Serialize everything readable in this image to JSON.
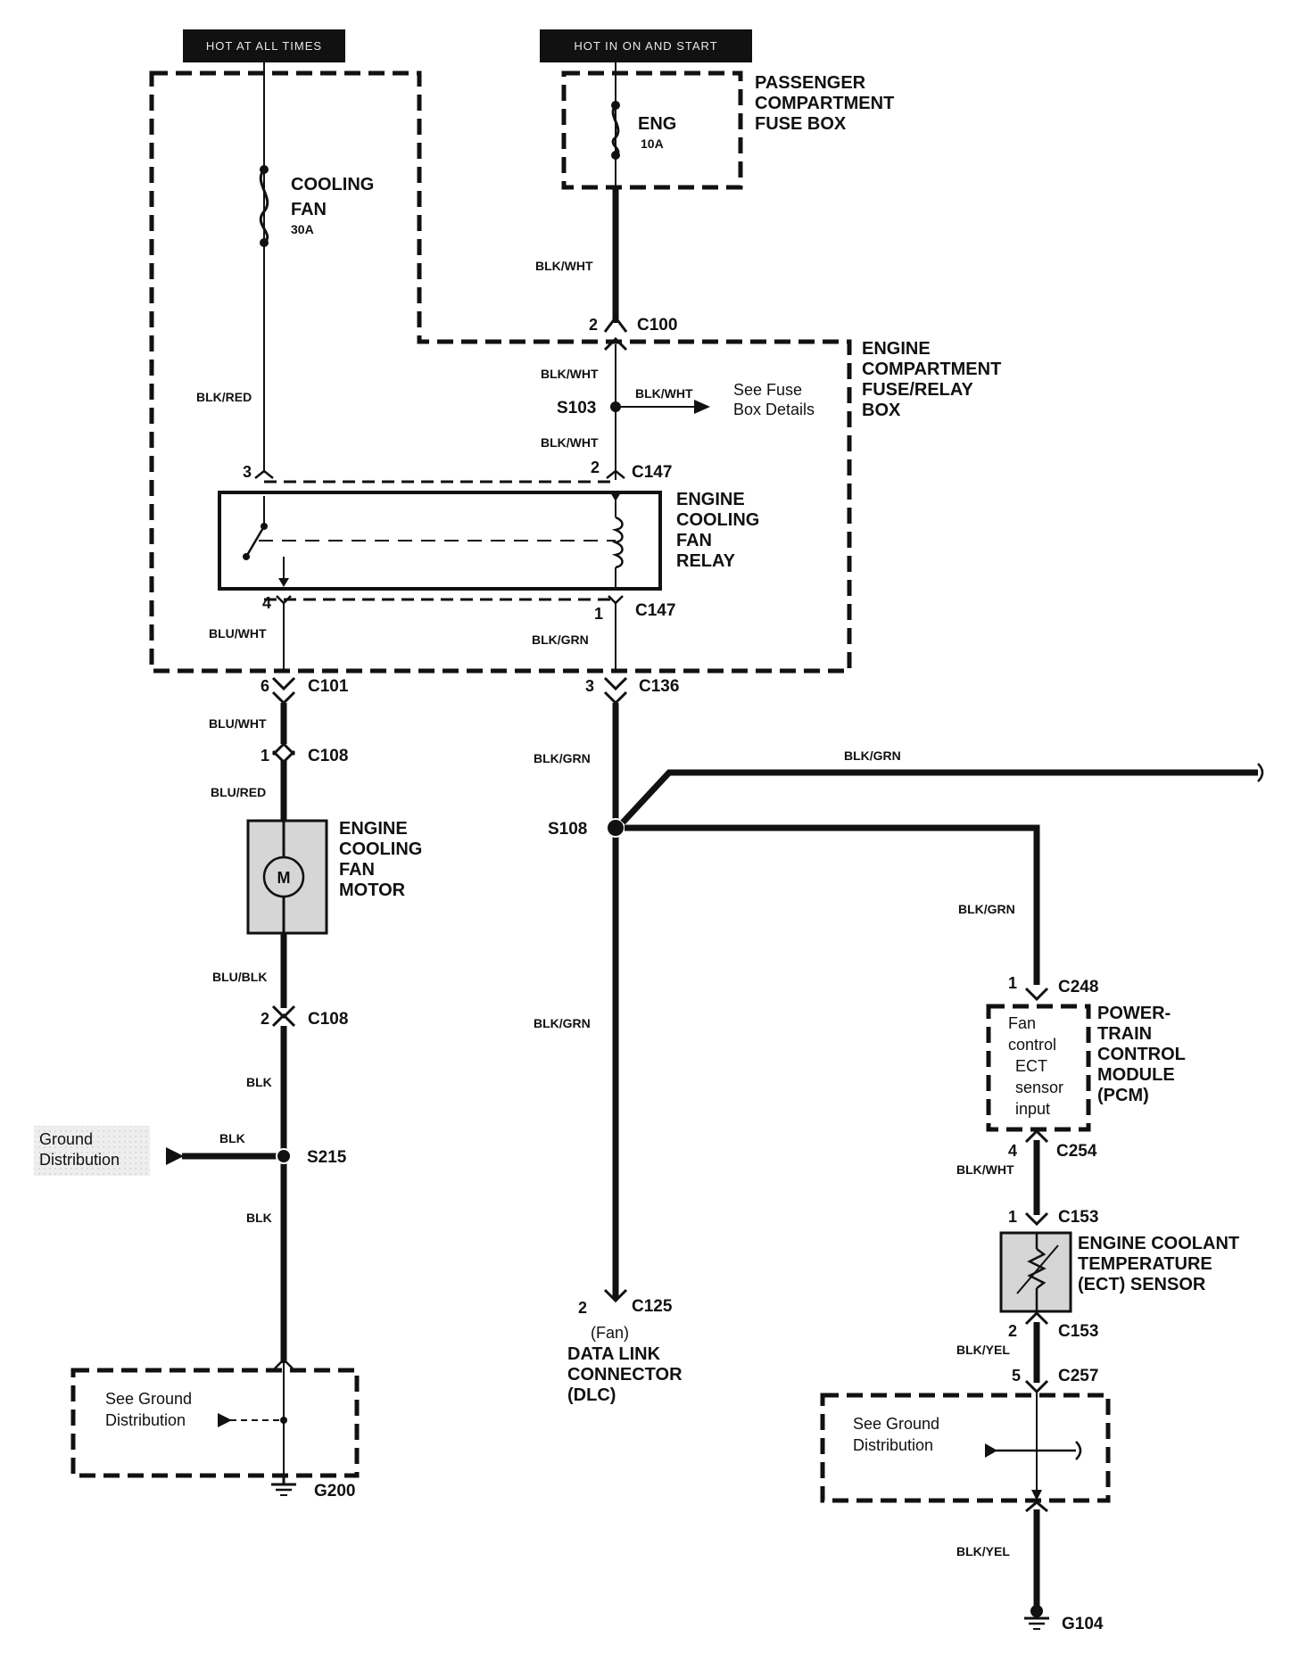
{
  "power_sources": {
    "always": "HOT AT ALL TIMES",
    "on_start": "HOT IN ON AND START"
  },
  "fuses": {
    "cooling_fan": {
      "name_line1": "COOLING",
      "name_line2": "FAN",
      "rating": "30A"
    },
    "eng": {
      "name": "ENG",
      "rating": "10A"
    }
  },
  "boxes": {
    "passenger_fuse_box": [
      "PASSENGER",
      "COMPARTMENT",
      "FUSE BOX"
    ],
    "engine_fuse_relay_box": [
      "ENGINE",
      "COMPARTMENT",
      "FUSE/RELAY",
      "BOX"
    ],
    "relay": [
      "ENGINE",
      "COOLING",
      "FAN",
      "RELAY"
    ],
    "fan_motor": [
      "ENGINE",
      "COOLING",
      "FAN",
      "MOTOR"
    ],
    "pcm": [
      "POWER-",
      "TRAIN",
      "CONTROL",
      "MODULE",
      "(PCM)"
    ],
    "pcm_internal": [
      "Fan",
      "control",
      "ECT",
      "sensor",
      "input"
    ],
    "ect_sensor": [
      "ENGINE COOLANT",
      "TEMPERATURE",
      "(ECT) SENSOR"
    ],
    "dlc": [
      "(Fan)",
      "DATA LINK",
      "CONNECTOR",
      "(DLC)"
    ],
    "motor_symbol": "M"
  },
  "connectors": {
    "c100": "C100",
    "c147_top": "C147",
    "c147_bot": "C147",
    "c101": "C101",
    "c136": "C136",
    "c108_top": "C108",
    "c108_bot": "C108",
    "c125": "C125",
    "c248": "C248",
    "c254": "C254",
    "c153_top": "C153",
    "c153_bot": "C153",
    "c257": "C257"
  },
  "pins": {
    "c100": "2",
    "relay_3": "3",
    "relay_2": "2",
    "relay_4": "4",
    "relay_1": "1",
    "c101": "6",
    "c136": "3",
    "c108_top": "1",
    "c108_bot": "2",
    "c125": "2",
    "c248": "1",
    "c254": "4",
    "c153_top": "1",
    "c153_bot": "2",
    "c257": "5"
  },
  "splices": {
    "s103": "S103",
    "s108": "S108",
    "s215": "S215"
  },
  "grounds": {
    "g200": "G200",
    "g104": "G104"
  },
  "wires": {
    "blk_wht": "BLK/WHT",
    "blk_red": "BLK/RED",
    "blu_wht": "BLU/WHT",
    "blk_grn": "BLK/GRN",
    "blu_red": "BLU/RED",
    "blu_blk": "BLU/BLK",
    "blk": "BLK",
    "blk_yel": "BLK/YEL"
  },
  "references": {
    "fuse_box_details": [
      "See Fuse",
      "Box Details"
    ],
    "ground_distribution": [
      "Ground",
      "Distribution"
    ],
    "see_ground_distribution": [
      "See Ground",
      "Distribution"
    ]
  }
}
